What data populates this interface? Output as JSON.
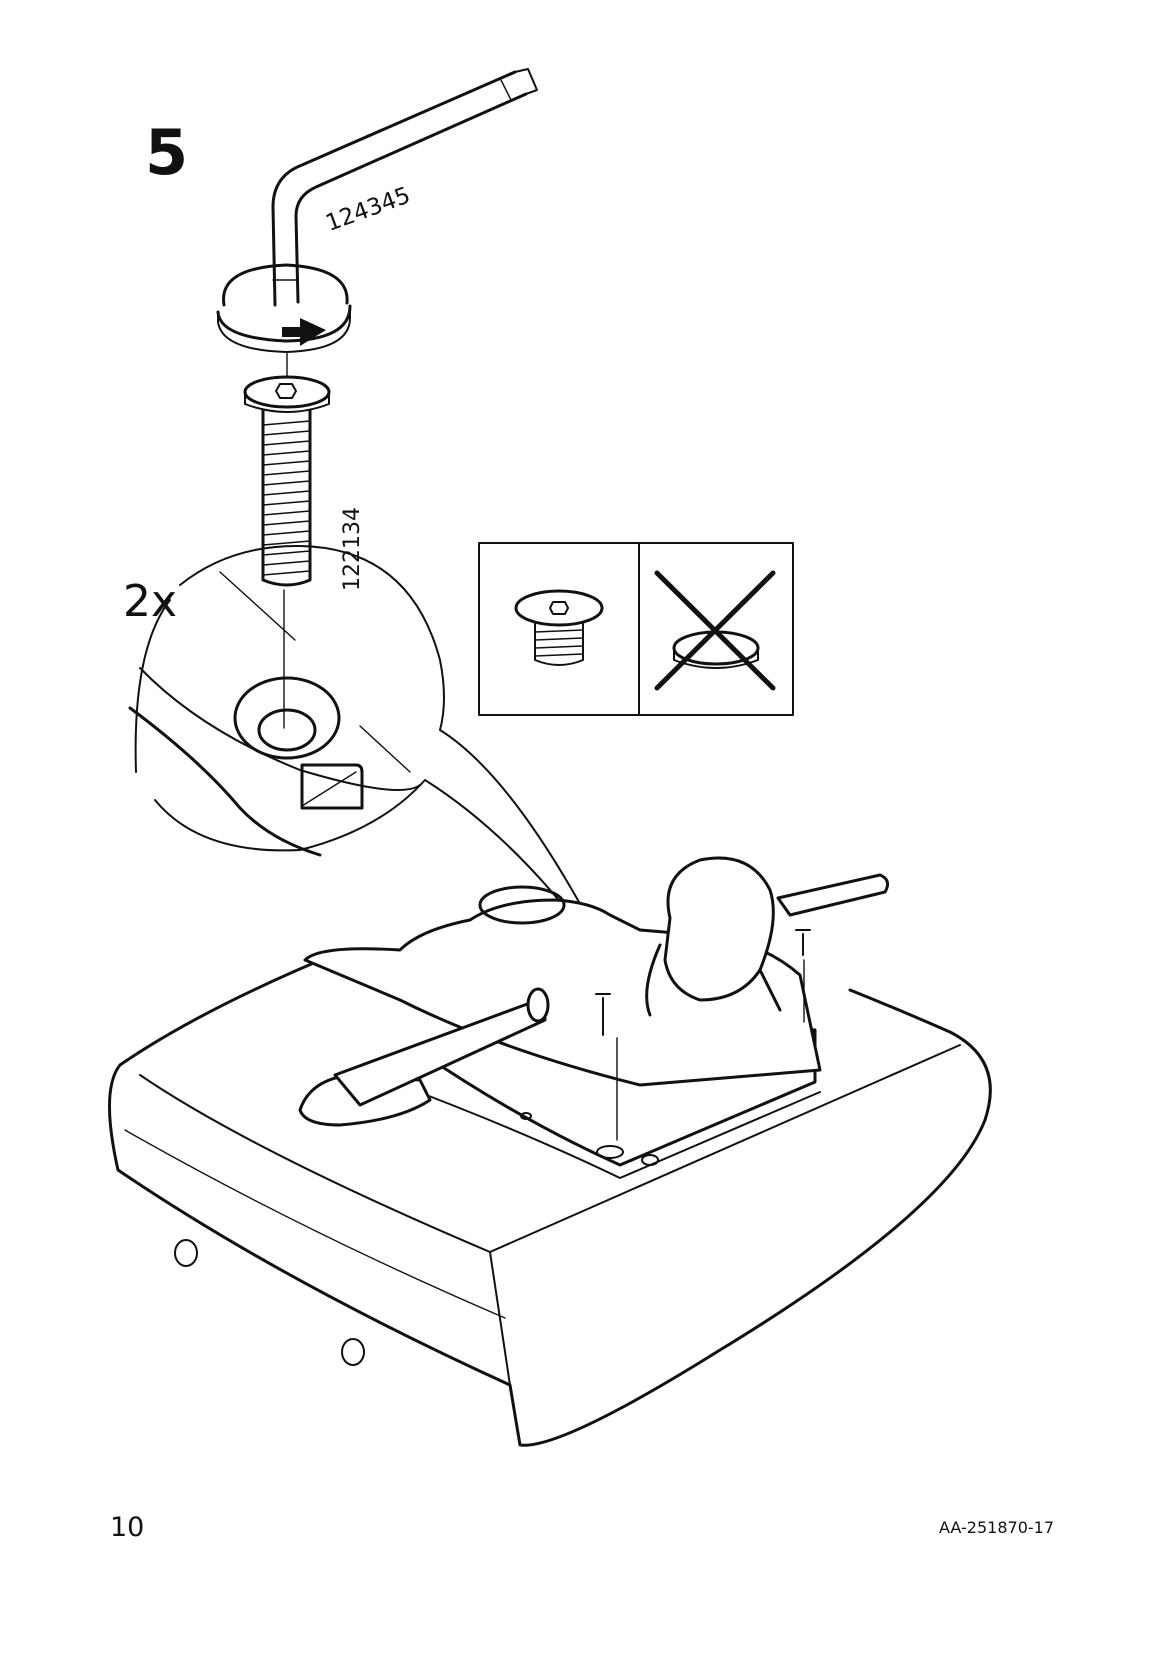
{
  "step": {
    "number": "5"
  },
  "tool": {
    "part_number": "124345",
    "name": "allen-key-icon"
  },
  "fastener": {
    "part_number": "122134",
    "quantity": "2x",
    "name": "bolt-icon"
  },
  "footer": {
    "page_number": "10",
    "document_id": "AA-251870-17"
  }
}
